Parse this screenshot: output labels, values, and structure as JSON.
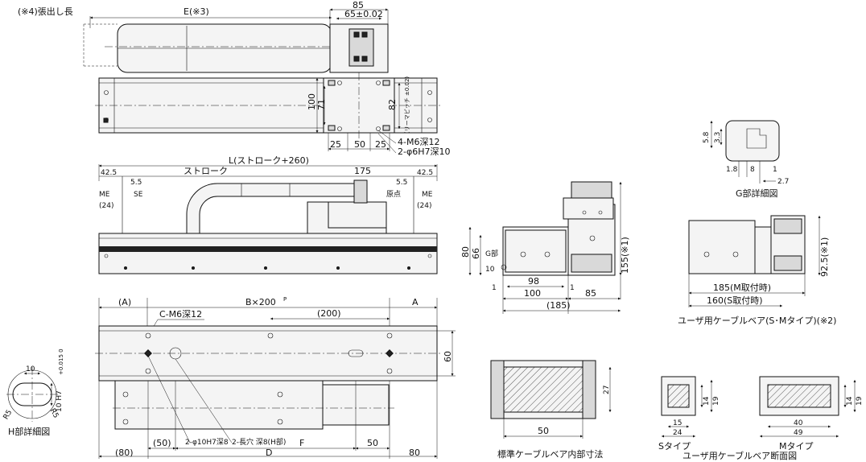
{
  "top": {
    "overhang": "(※4)張出し長",
    "e_dim": "E(※3)",
    "w85": "85",
    "w65": "65±0.02",
    "h100": "100",
    "h71": "71",
    "h82": "82",
    "rail_pitch": "(リーマピッチ ±0.02)",
    "d25a": "25",
    "d50": "50",
    "d25b": "25",
    "tap": "4-M6深12",
    "pin": "2-φ6H7深10"
  },
  "side": {
    "l_dim": "L(ストローク+260)",
    "d42l": "42.5",
    "d55l": "5.5",
    "stroke": "ストローク",
    "d175": "175",
    "d55r": "5.5",
    "d42r": "42.5",
    "me_l": "ME",
    "se": "SE",
    "me_r": "ME",
    "origin": "原点",
    "d24l": "(24)",
    "d24r": "(24)"
  },
  "end": {
    "h80": "80",
    "h66": "66",
    "g_part": "G部",
    "h10": "10",
    "d1a": "1",
    "d98": "98",
    "d1b": "1",
    "d100": "100",
    "d85": "85",
    "d185": "(185)",
    "h155": "155(※1)"
  },
  "g_detail": {
    "d58": "5.8",
    "d33": "3.3",
    "d18": "1.8",
    "d8": "8",
    "d1": "1",
    "d27": "2.7",
    "caption": "G部詳細図"
  },
  "user_cable": {
    "h925": "92.5(※1)",
    "m185": "185(M取付時)",
    "s160": "160(S取付時)",
    "caption": "ユーザ用ケーブルベア(S･Mタイプ)(※2)"
  },
  "bottom": {
    "a_l": "(A)",
    "b200": "B×200",
    "b200_sup": "P",
    "d200": "(200)",
    "a_r": "A",
    "tap": "C-M6深12",
    "h60": "60",
    "pin": "2-φ10H7深8",
    "slot": "2-長穴 深8(H部)",
    "d80l": "(80)",
    "d50a": "(50)",
    "f": "F",
    "d50b": "50",
    "d_dim": "D",
    "d80r": "80"
  },
  "h_detail": {
    "w10": "10",
    "h10": "10 H7",
    "tol": "+0.015 0",
    "r5a": "R5",
    "r5b": "R5",
    "caption": "H部詳細図"
  },
  "std_cable": {
    "h27": "27",
    "w50": "50",
    "caption": "標準ケーブルベア内部寸法"
  },
  "s_type": {
    "h14": "14",
    "h19": "19",
    "w15": "15",
    "w24": "24",
    "label": "Sタイプ"
  },
  "m_type": {
    "h14": "14",
    "h19": "19",
    "w40": "40",
    "w49": "49",
    "label": "Mタイプ",
    "caption": "ユーザ用ケーブルベア断面図"
  }
}
